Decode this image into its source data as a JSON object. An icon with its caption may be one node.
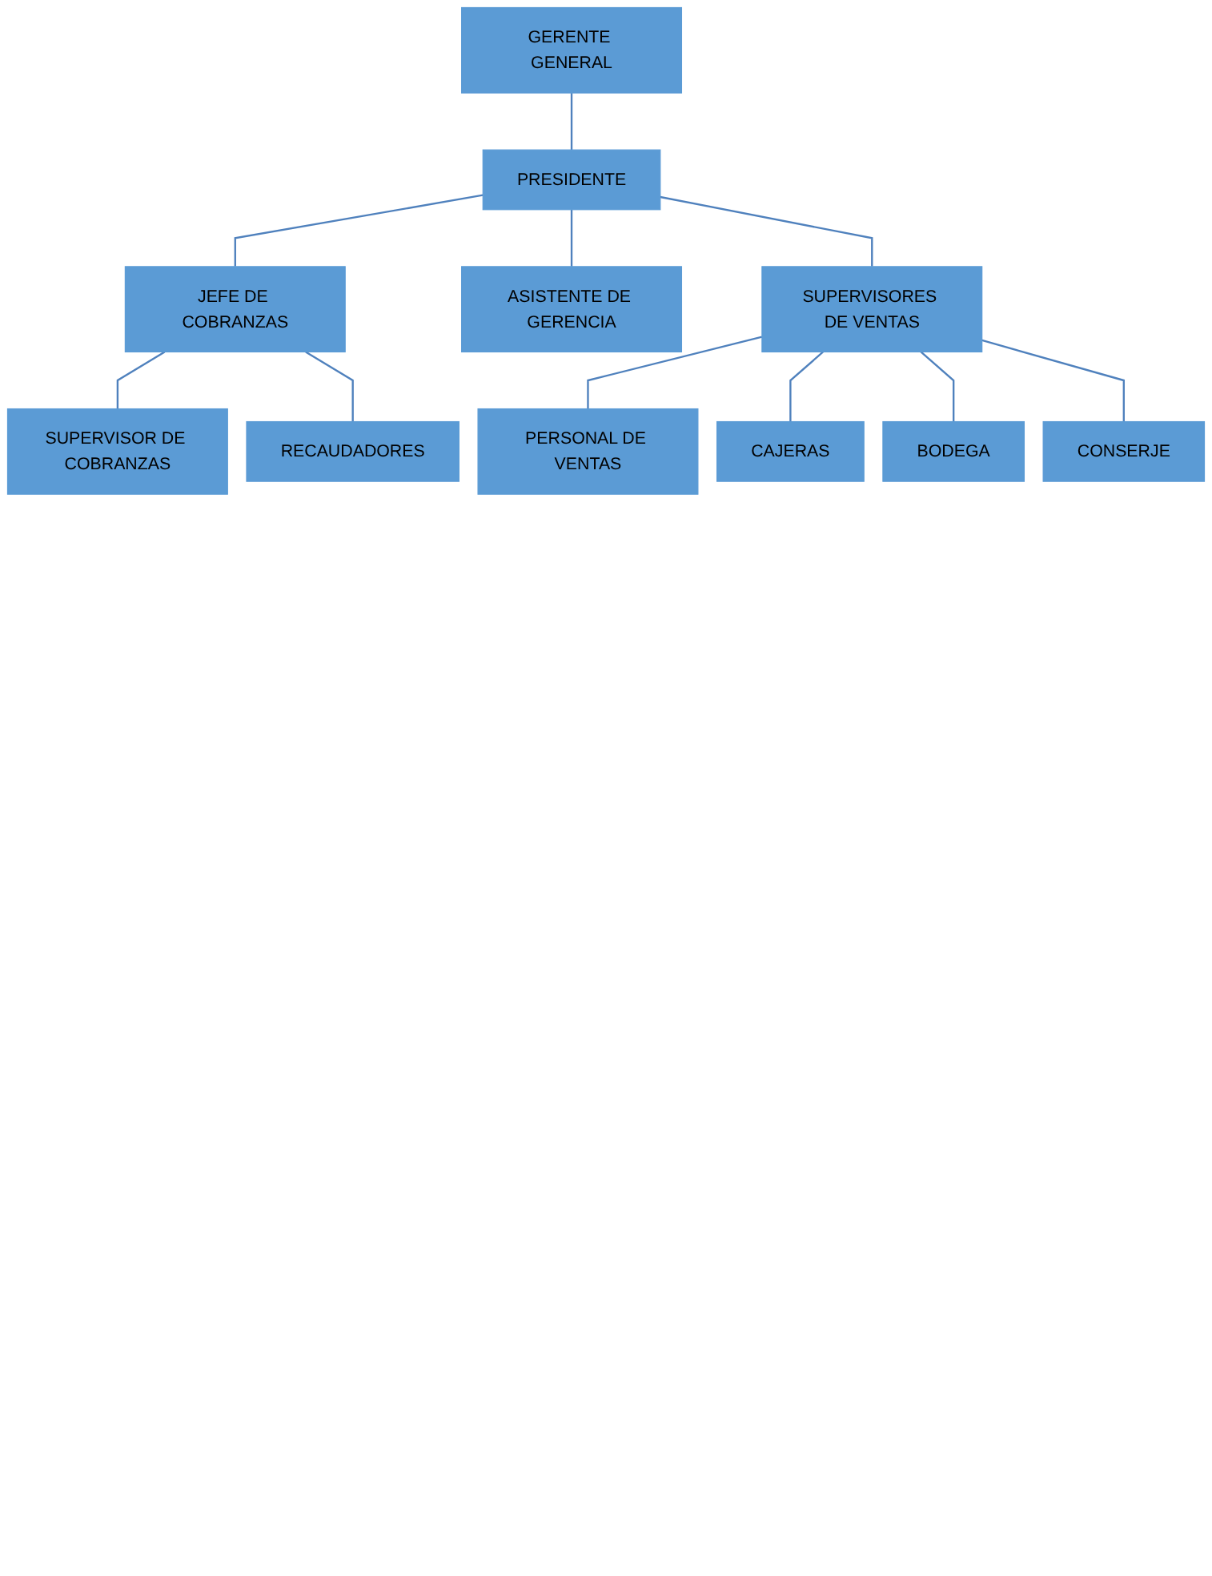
{
  "diagram": {
    "nodes": [
      {
        "text": [
          "GERENTE GENERAL"
        ]
      },
      {
        "text": [
          "PRESIDENTE"
        ]
      },
      {
        "text": [
          "JEFE DE COBRANZAS"
        ]
      },
      {
        "text": [
          "ASISTENTE DE GERENCIA"
        ]
      },
      {
        "text": [
          "SUPERVISORES DE VENTAS"
        ]
      },
      {
        "text": [
          "SUPERVISOR DE COBRANZAS"
        ]
      },
      {
        "text": [
          "RECAUDADORES"
        ]
      },
      {
        "text": [
          "PERSONAL DE VENTAS"
        ]
      },
      {
        "text": [
          "CAJERAS"
        ]
      },
      {
        "text": [
          "BODEGA"
        ]
      },
      {
        "text": [
          "CONSERJE"
        ]
      }
    ],
    "edges": [
      {
        "from": 0,
        "to": 1,
        "arrow": "none"
      },
      {
        "from": 1,
        "to": 2,
        "arrow": "none"
      },
      {
        "from": 1,
        "to": 3,
        "arrow": "none"
      },
      {
        "from": 1,
        "to": 4,
        "arrow": "none"
      },
      {
        "from": 2,
        "to": 5,
        "arrow": "none"
      },
      {
        "from": 2,
        "to": 6,
        "arrow": "none"
      },
      {
        "from": 4,
        "to": 7,
        "arrow": "none"
      },
      {
        "from": 4,
        "to": 8,
        "arrow": "none"
      },
      {
        "from": 4,
        "to": 9,
        "arrow": "none"
      },
      {
        "from": 4,
        "to": 10,
        "arrow": "none"
      }
    ]
  }
}
